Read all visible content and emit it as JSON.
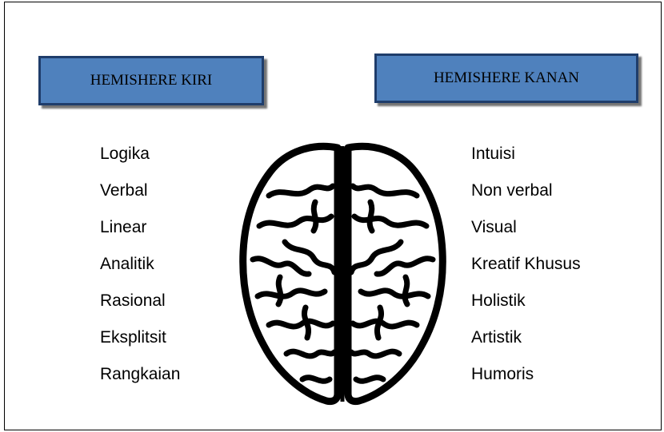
{
  "left": {
    "title": "HEMISHERE KIRI",
    "traits": [
      "Logika",
      "Verbal",
      "Linear",
      "Analitik",
      "Rasional",
      "Eksplitsit",
      "Rangkaian"
    ]
  },
  "right": {
    "title": "HEMISHERE KANAN",
    "traits": [
      "Intuisi",
      "Non verbal",
      "Visual",
      "Kreatif Khusus",
      "Holistik",
      "Artistik",
      "Humoris"
    ]
  },
  "colors": {
    "header_fill": "#4f81bd",
    "header_border": "#1f3d6b"
  },
  "icon": "brain-icon"
}
